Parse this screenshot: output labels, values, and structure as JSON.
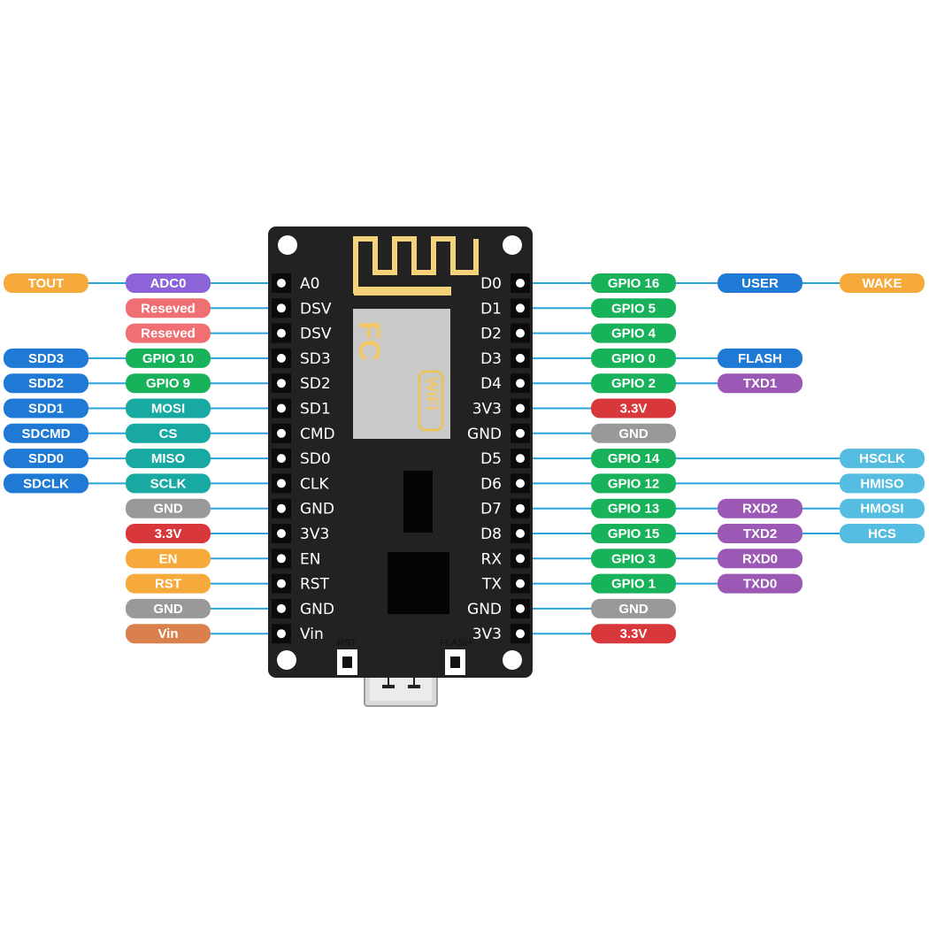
{
  "colors": {
    "orange": "#f7aa3c",
    "purple": "#8c63d9",
    "pink": "#ef6f72",
    "blue": "#1f7ad6",
    "green": "#18b25a",
    "teal": "#17a9a2",
    "gray": "#999999",
    "red": "#d8383c",
    "vin": "#d9804d",
    "lightblue": "#55bde2",
    "violet": "#9b58b4",
    "line": "#29a3d9",
    "board": "#222222",
    "antenna": "#f3d27a"
  },
  "board": {
    "chip_label": "FC",
    "wifi_label": "WiFi",
    "rst_label": "RST",
    "flash_label": "FLASH"
  },
  "left_pins": [
    {
      "pin": "A0",
      "labels": [
        {
          "text": "TOUT",
          "color": "orange"
        },
        {
          "text": "ADC0",
          "color": "purple"
        }
      ]
    },
    {
      "pin": "DSV",
      "labels": [
        {
          "text": "Reseved",
          "color": "pink"
        }
      ]
    },
    {
      "pin": "DSV",
      "labels": [
        {
          "text": "Reseved",
          "color": "pink"
        }
      ]
    },
    {
      "pin": "SD3",
      "labels": [
        {
          "text": "SDD3",
          "color": "blue"
        },
        {
          "text": "GPIO 10",
          "color": "green"
        }
      ]
    },
    {
      "pin": "SD2",
      "labels": [
        {
          "text": "SDD2",
          "color": "blue"
        },
        {
          "text": "GPIO 9",
          "color": "green"
        }
      ]
    },
    {
      "pin": "SD1",
      "labels": [
        {
          "text": "SDD1",
          "color": "blue"
        },
        {
          "text": "MOSI",
          "color": "teal"
        }
      ]
    },
    {
      "pin": "CMD",
      "labels": [
        {
          "text": "SDCMD",
          "color": "blue"
        },
        {
          "text": "CS",
          "color": "teal"
        }
      ]
    },
    {
      "pin": "SD0",
      "labels": [
        {
          "text": "SDD0",
          "color": "blue"
        },
        {
          "text": "MISO",
          "color": "teal"
        }
      ]
    },
    {
      "pin": "CLK",
      "labels": [
        {
          "text": "SDCLK",
          "color": "blue"
        },
        {
          "text": "SCLK",
          "color": "teal"
        }
      ]
    },
    {
      "pin": "GND",
      "labels": [
        {
          "text": "GND",
          "color": "gray"
        }
      ]
    },
    {
      "pin": "3V3",
      "labels": [
        {
          "text": "3.3V",
          "color": "red"
        }
      ]
    },
    {
      "pin": "EN",
      "labels": [
        {
          "text": "EN",
          "color": "orange"
        }
      ]
    },
    {
      "pin": "RST",
      "labels": [
        {
          "text": "RST",
          "color": "orange"
        }
      ]
    },
    {
      "pin": "GND",
      "labels": [
        {
          "text": "GND",
          "color": "gray"
        }
      ]
    },
    {
      "pin": "Vin",
      "labels": [
        {
          "text": "Vin",
          "color": "vin"
        }
      ]
    }
  ],
  "right_pins": [
    {
      "pin": "D0",
      "labels": [
        {
          "text": "GPIO 16",
          "color": "green"
        },
        {
          "text": "USER",
          "color": "blue"
        },
        {
          "text": "WAKE",
          "color": "orange"
        }
      ]
    },
    {
      "pin": "D1",
      "labels": [
        {
          "text": "GPIO 5",
          "color": "green"
        }
      ]
    },
    {
      "pin": "D2",
      "labels": [
        {
          "text": "GPIO 4",
          "color": "green"
        }
      ]
    },
    {
      "pin": "D3",
      "labels": [
        {
          "text": "GPIO 0",
          "color": "green"
        },
        {
          "text": "FLASH",
          "color": "blue"
        }
      ]
    },
    {
      "pin": "D4",
      "labels": [
        {
          "text": "GPIO 2",
          "color": "green"
        },
        {
          "text": "TXD1",
          "color": "violet"
        }
      ]
    },
    {
      "pin": "3V3",
      "labels": [
        {
          "text": "3.3V",
          "color": "red"
        }
      ]
    },
    {
      "pin": "GND",
      "labels": [
        {
          "text": "GND",
          "color": "gray"
        }
      ]
    },
    {
      "pin": "D5",
      "labels": [
        {
          "text": "GPIO 14",
          "color": "green"
        },
        null,
        {
          "text": "HSCLK",
          "color": "lightblue"
        }
      ]
    },
    {
      "pin": "D6",
      "labels": [
        {
          "text": "GPIO 12",
          "color": "green"
        },
        null,
        {
          "text": "HMISO",
          "color": "lightblue"
        }
      ]
    },
    {
      "pin": "D7",
      "labels": [
        {
          "text": "GPIO 13",
          "color": "green"
        },
        {
          "text": "RXD2",
          "color": "violet"
        },
        {
          "text": "HMOSI",
          "color": "lightblue"
        }
      ]
    },
    {
      "pin": "D8",
      "labels": [
        {
          "text": "GPIO 15",
          "color": "green"
        },
        {
          "text": "TXD2",
          "color": "violet"
        },
        {
          "text": "HCS",
          "color": "lightblue"
        }
      ]
    },
    {
      "pin": "RX",
      "labels": [
        {
          "text": "GPIO 3",
          "color": "green"
        },
        {
          "text": "RXD0",
          "color": "violet"
        }
      ]
    },
    {
      "pin": "TX",
      "labels": [
        {
          "text": "GPIO 1",
          "color": "green"
        },
        {
          "text": "TXD0",
          "color": "violet"
        }
      ]
    },
    {
      "pin": "GND",
      "labels": [
        {
          "text": "GND",
          "color": "gray"
        }
      ]
    },
    {
      "pin": "3V3",
      "labels": [
        {
          "text": "3.3V",
          "color": "red"
        }
      ]
    }
  ]
}
